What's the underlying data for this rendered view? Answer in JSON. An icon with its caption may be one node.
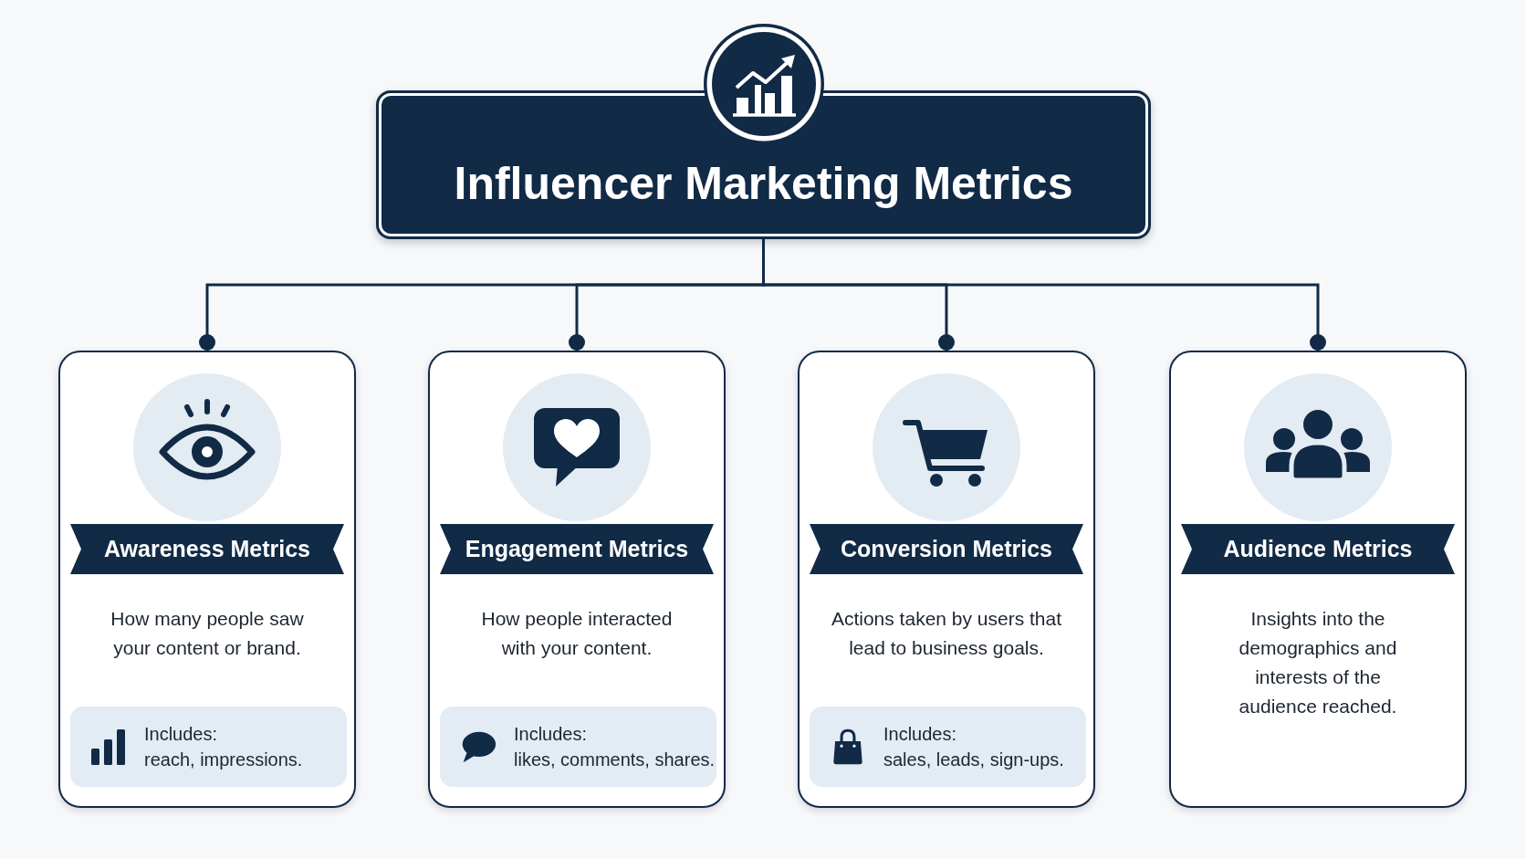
{
  "diagram": {
    "nodes": [
      {
        "text": [
          "Influencer Marketing Metrics"
        ]
      },
      {
        "text": [
          "Awareness Metrics",
          "How many people saw your content or brand."
        ]
      },
      {
        "text": [
          "Includes:",
          "reach, impressions."
        ],
        "in": 1
      },
      {
        "text": [
          "Engagement Metrics",
          "How people interacted with your content."
        ]
      },
      {
        "text": [
          "Includes:",
          "likes, comments, shares."
        ],
        "in": 3
      },
      {
        "text": [
          "Conversion Metrics",
          "Actions taken by users that lead to business goals."
        ]
      },
      {
        "text": [
          "Includes:",
          "sales, leads, sign-ups."
        ],
        "in": 5
      },
      {
        "text": [
          "Audience Metrics",
          "Insights into the demographics and interests of the audience reached."
        ]
      }
    ],
    "edges": [
      {
        "from": 0,
        "to": 1,
        "arrow": "other"
      },
      {
        "from": 0,
        "to": 3,
        "arrow": "other"
      },
      {
        "from": 0,
        "to": 5,
        "arrow": "other"
      },
      {
        "from": 0,
        "to": 7,
        "arrow": "other"
      }
    ]
  }
}
